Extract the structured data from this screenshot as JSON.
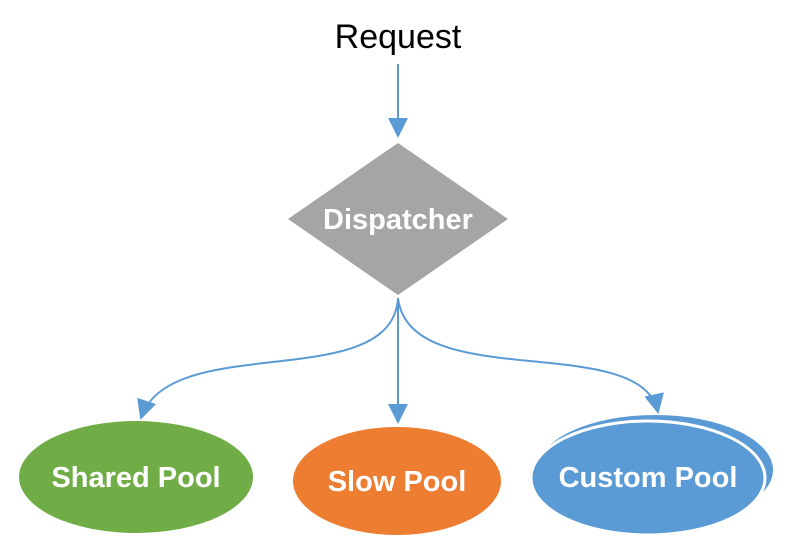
{
  "diagram": {
    "request_label": "Request",
    "dispatcher_label": "Dispatcher",
    "pools": [
      {
        "label": "Shared Pool"
      },
      {
        "label": "Slow Pool"
      },
      {
        "label": "Custom Pool"
      }
    ]
  },
  "colors": {
    "arrow": "#5B9BD5",
    "dispatcher": "#A5A5A5",
    "shared_pool": "#70AD47",
    "slow_pool": "#ED7D31",
    "custom_pool": "#5B9BD5",
    "text_on_shape": "#FFFFFF",
    "text_plain": "#000000"
  }
}
